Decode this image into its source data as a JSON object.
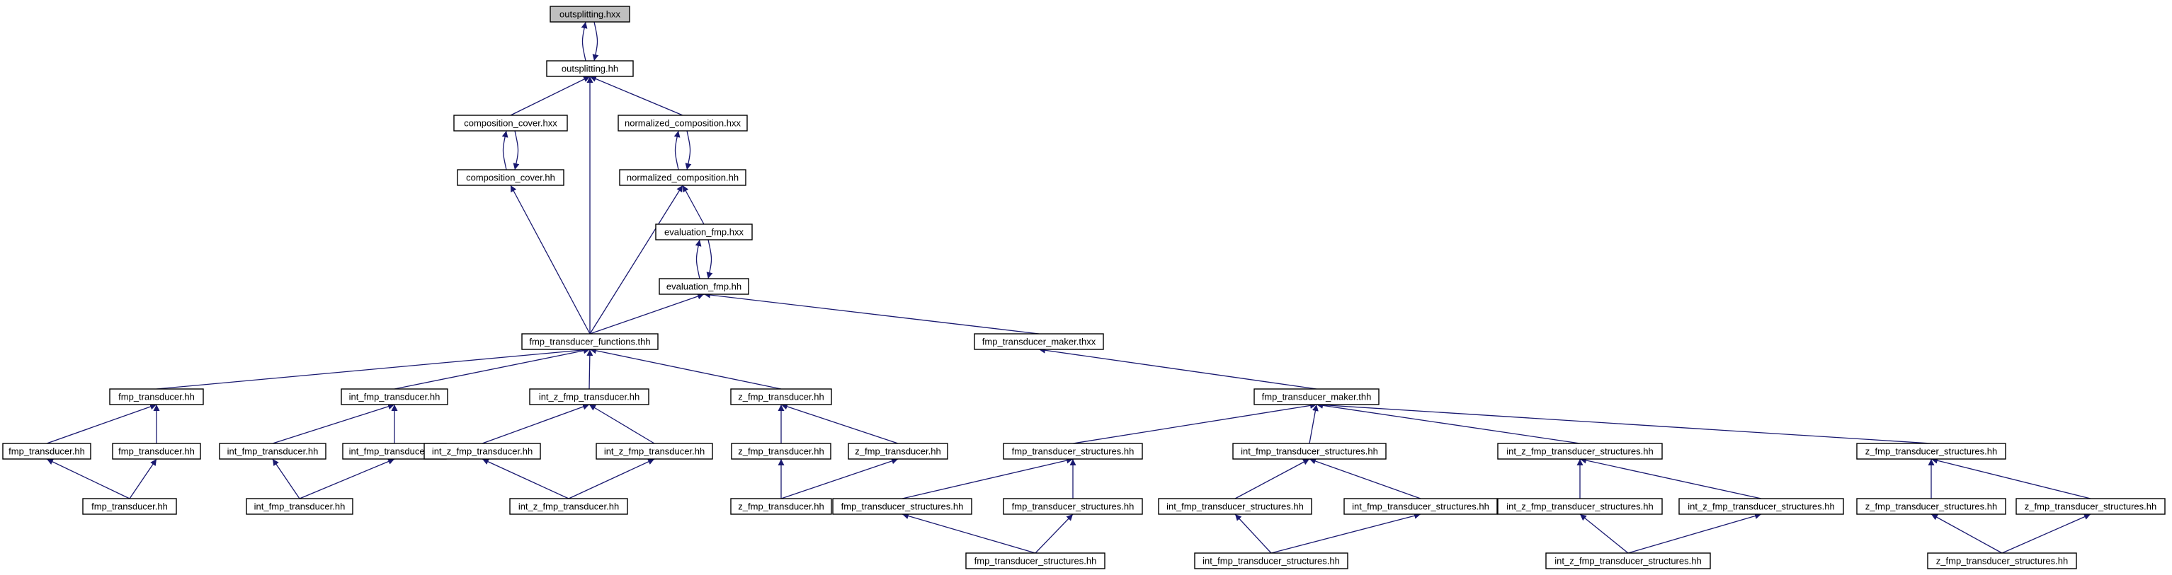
{
  "title": "",
  "arrow_color": "#191970",
  "nodes": [
    {
      "id": "n0",
      "label": "outsplitting.hxx"
    },
    {
      "id": "n1",
      "label": "outsplitting.hh"
    },
    {
      "id": "n2",
      "label": "composition_cover.hxx"
    },
    {
      "id": "n3",
      "label": "normalized_composition.hxx"
    },
    {
      "id": "n4",
      "label": "composition_cover.hh"
    },
    {
      "id": "n5",
      "label": "normalized_composition.hh"
    },
    {
      "id": "n6",
      "label": "evaluation_fmp.hxx"
    },
    {
      "id": "n7",
      "label": "evaluation_fmp.hh"
    },
    {
      "id": "n8",
      "label": "fmp_transducer_functions.thh"
    },
    {
      "id": "n9",
      "label": "fmp_transducer_maker.thxx"
    },
    {
      "id": "n10",
      "label": "fmp_transducer.hh"
    },
    {
      "id": "n11",
      "label": "int_fmp_transducer.hh"
    },
    {
      "id": "n12",
      "label": "int_z_fmp_transducer.hh"
    },
    {
      "id": "n13",
      "label": "z_fmp_transducer.hh"
    },
    {
      "id": "n14",
      "label": "fmp_transducer_maker.thh"
    },
    {
      "id": "n15",
      "label": "fmp_transducer.hh"
    },
    {
      "id": "n16",
      "label": "fmp_transducer.hh"
    },
    {
      "id": "n17",
      "label": "int_fmp_transducer.hh"
    },
    {
      "id": "n18",
      "label": "int_fmp_transducer.hh"
    },
    {
      "id": "n19",
      "label": "int_z_fmp_transducer.hh"
    },
    {
      "id": "n20",
      "label": "int_z_fmp_transducer.hh"
    },
    {
      "id": "n21",
      "label": "z_fmp_transducer.hh"
    },
    {
      "id": "n22",
      "label": "z_fmp_transducer.hh"
    },
    {
      "id": "n23",
      "label": "fmp_transducer_structures.hh"
    },
    {
      "id": "n24",
      "label": "int_fmp_transducer_structures.hh"
    },
    {
      "id": "n25",
      "label": "int_z_fmp_transducer_structures.hh"
    },
    {
      "id": "n26",
      "label": "z_fmp_transducer_structures.hh"
    },
    {
      "id": "n27",
      "label": "fmp_transducer.hh"
    },
    {
      "id": "n28",
      "label": "int_fmp_transducer.hh"
    },
    {
      "id": "n29",
      "label": "int_z_fmp_transducer.hh"
    },
    {
      "id": "n30",
      "label": "z_fmp_transducer.hh"
    },
    {
      "id": "n31",
      "label": "fmp_transducer_structures.hh"
    },
    {
      "id": "n32",
      "label": "fmp_transducer_structures.hh"
    },
    {
      "id": "n33",
      "label": "int_fmp_transducer_structures.hh"
    },
    {
      "id": "n34",
      "label": "int_fmp_transducer_structures.hh"
    },
    {
      "id": "n35",
      "label": "int_z_fmp_transducer_structures.hh"
    },
    {
      "id": "n36",
      "label": "int_z_fmp_transducer_structures.hh"
    },
    {
      "id": "n37",
      "label": "z_fmp_transducer_structures.hh"
    },
    {
      "id": "n38",
      "label": "z_fmp_transducer_structures.hh"
    },
    {
      "id": "n39",
      "label": "fmp_transducer_structures.hh"
    },
    {
      "id": "n40",
      "label": "int_fmp_transducer_structures.hh"
    },
    {
      "id": "n41",
      "label": "int_z_fmp_transducer_structures.hh"
    },
    {
      "id": "n42",
      "label": "z_fmp_transducer_structures.hh"
    }
  ],
  "edges": [
    [
      "n1",
      "n0"
    ],
    [
      "n0",
      "n1"
    ],
    [
      "n2",
      "n1"
    ],
    [
      "n3",
      "n1"
    ],
    [
      "n8",
      "n1"
    ],
    [
      "n4",
      "n2"
    ],
    [
      "n2",
      "n4"
    ],
    [
      "n5",
      "n3"
    ],
    [
      "n3",
      "n5"
    ],
    [
      "n8",
      "n4"
    ],
    [
      "n8",
      "n5"
    ],
    [
      "n6",
      "n5"
    ],
    [
      "n7",
      "n6"
    ],
    [
      "n6",
      "n7"
    ],
    [
      "n8",
      "n7"
    ],
    [
      "n9",
      "n7"
    ],
    [
      "n10",
      "n8"
    ],
    [
      "n11",
      "n8"
    ],
    [
      "n12",
      "n8"
    ],
    [
      "n13",
      "n8"
    ],
    [
      "n14",
      "n9"
    ],
    [
      "n15",
      "n10"
    ],
    [
      "n16",
      "n10"
    ],
    [
      "n27",
      "n15"
    ],
    [
      "n27",
      "n16"
    ],
    [
      "n17",
      "n11"
    ],
    [
      "n18",
      "n11"
    ],
    [
      "n28",
      "n17"
    ],
    [
      "n28",
      "n18"
    ],
    [
      "n19",
      "n12"
    ],
    [
      "n20",
      "n12"
    ],
    [
      "n29",
      "n19"
    ],
    [
      "n29",
      "n20"
    ],
    [
      "n21",
      "n13"
    ],
    [
      "n22",
      "n13"
    ],
    [
      "n30",
      "n21"
    ],
    [
      "n30",
      "n22"
    ],
    [
      "n23",
      "n14"
    ],
    [
      "n24",
      "n14"
    ],
    [
      "n25",
      "n14"
    ],
    [
      "n26",
      "n14"
    ],
    [
      "n31",
      "n23"
    ],
    [
      "n32",
      "n23"
    ],
    [
      "n39",
      "n31"
    ],
    [
      "n39",
      "n32"
    ],
    [
      "n33",
      "n24"
    ],
    [
      "n34",
      "n24"
    ],
    [
      "n40",
      "n33"
    ],
    [
      "n40",
      "n34"
    ],
    [
      "n35",
      "n25"
    ],
    [
      "n36",
      "n25"
    ],
    [
      "n41",
      "n35"
    ],
    [
      "n41",
      "n36"
    ],
    [
      "n37",
      "n26"
    ],
    [
      "n38",
      "n26"
    ],
    [
      "n42",
      "n37"
    ],
    [
      "n42",
      "n38"
    ]
  ]
}
